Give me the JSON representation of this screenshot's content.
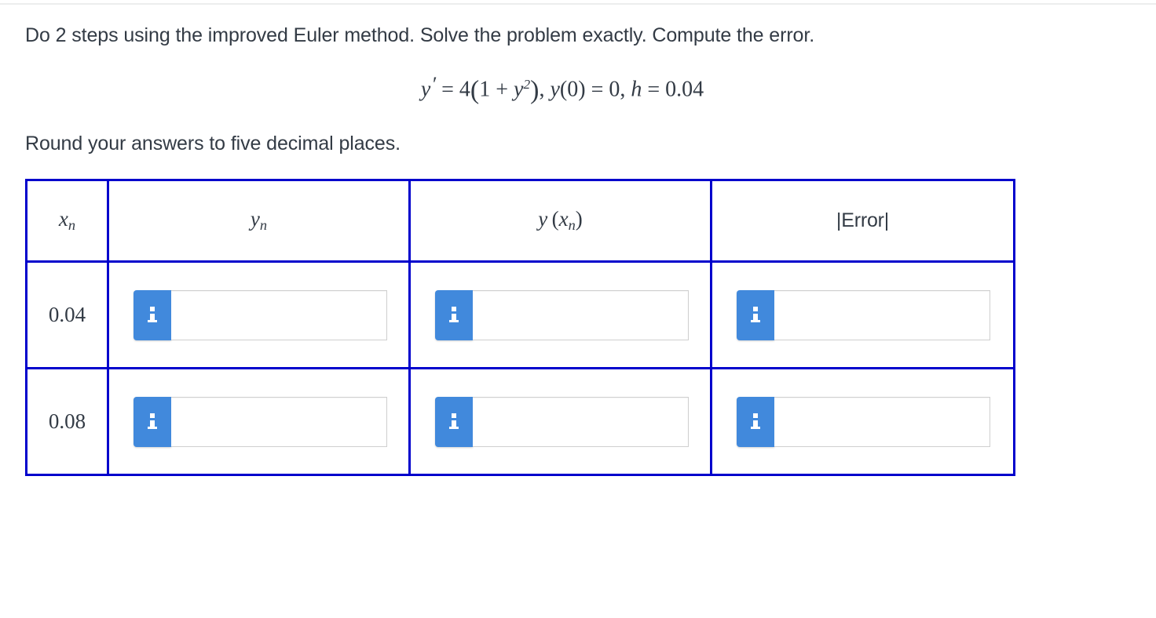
{
  "problem": {
    "instruction": "Do 2 steps using the improved Euler method. Solve the problem exactly. Compute the error.",
    "rounding_note": "Round your answers to five decimal places.",
    "equation": {
      "y_prime": "y",
      "prime_mark": "′",
      "equals": "=",
      "coefficient": "4",
      "open_paren": "(",
      "one": "1",
      "plus": "+",
      "y_var": "y",
      "exponent": "2",
      "close_paren": ")",
      "comma1": ",",
      "initial_y": "y",
      "initial_open": "(",
      "initial_x": "0",
      "initial_close": ")",
      "equals2": "=",
      "initial_value": "0",
      "comma2": ",",
      "h_symbol": "h",
      "equals3": "=",
      "h_value": "0.04",
      "plain": "y′ = 4(1 + y²), y(0) = 0, h = 0.04"
    }
  },
  "table": {
    "headers": [
      {
        "id": "xn",
        "base": "x",
        "sub": "n",
        "kind": "math"
      },
      {
        "id": "yn",
        "base": "y",
        "sub": "n",
        "kind": "math"
      },
      {
        "id": "yxn",
        "base": "y",
        "sub": "n",
        "kind": "math-func",
        "text": "y (x n)"
      },
      {
        "id": "error",
        "base": "|Error|",
        "sub": "",
        "kind": "plain"
      }
    ],
    "rows": [
      {
        "x_value": "0.04",
        "cells": [
          {
            "column": "yn",
            "value": "",
            "placeholder": "",
            "info_icon": "info-i-icon"
          },
          {
            "column": "yxn",
            "value": "",
            "placeholder": "",
            "info_icon": "info-i-icon"
          },
          {
            "column": "error",
            "value": "",
            "placeholder": "",
            "info_icon": "info-i-icon"
          }
        ]
      },
      {
        "x_value": "0.08",
        "cells": [
          {
            "column": "yn",
            "value": "",
            "placeholder": "",
            "info_icon": "info-i-icon"
          },
          {
            "column": "yxn",
            "value": "",
            "placeholder": "",
            "info_icon": "info-i-icon"
          },
          {
            "column": "error",
            "value": "",
            "placeholder": "",
            "info_icon": "info-i-icon"
          }
        ]
      }
    ]
  },
  "colors": {
    "text": "#333b45",
    "table_border": "#0000cc",
    "info_button": "#4189dc",
    "input_border": "#cfcfcf",
    "top_rule": "#eceded",
    "page_background": "#ffffff"
  }
}
